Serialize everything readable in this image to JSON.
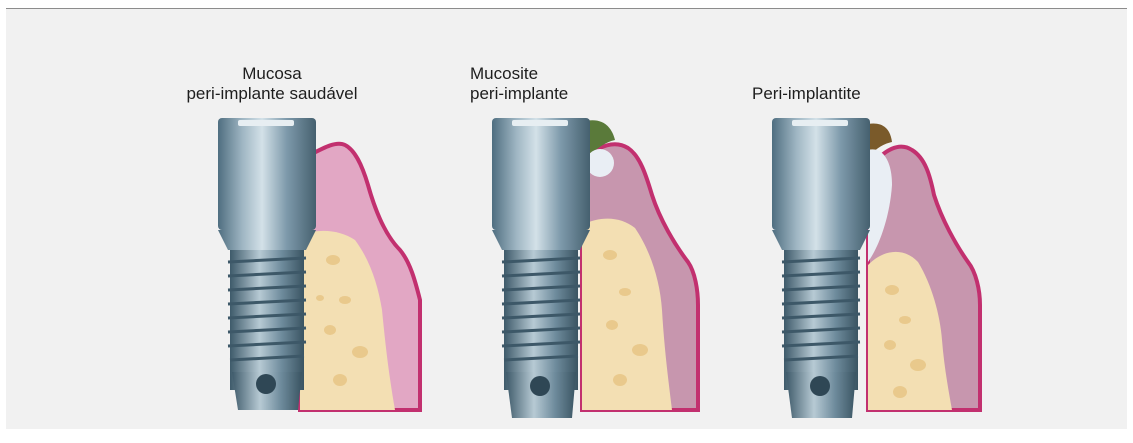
{
  "stages": [
    {
      "id": "healthy",
      "label_lines": [
        "Mucosa",
        "peri-implante saudável"
      ]
    },
    {
      "id": "mucositis",
      "label_lines": [
        "Mucosite",
        "peri-implante"
      ]
    },
    {
      "id": "periimplantitis",
      "label_lines": [
        "Peri-implantite"
      ]
    }
  ],
  "colors": {
    "background": "#f1f1f1",
    "implant_metal": "#6f8fa0",
    "implant_highlight": "#c9d8e0",
    "bone": "#f3dfb3",
    "bone_spots": "#e9c98c",
    "gingiva": "#e2a7c4",
    "gingiva_border": "#c2306f",
    "inflammation_pocket": "#e9eef4",
    "green_deposit": "#5a7a3a",
    "brown_deposit": "#7a5a2a"
  }
}
